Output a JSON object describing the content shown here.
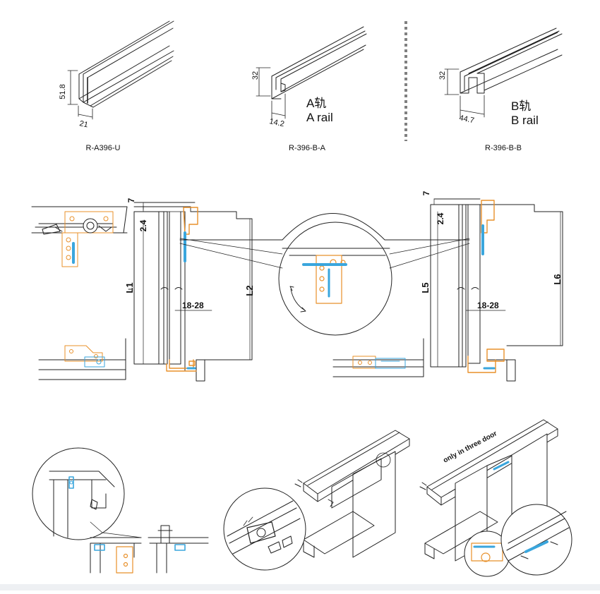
{
  "rails": {
    "u": {
      "code": "R-A396-U",
      "height": "51.8",
      "width": "21"
    },
    "a": {
      "code": "R-396-B-A",
      "height": "32",
      "width": "14.2",
      "label_cn": "A轨",
      "label_en": "A rail"
    },
    "b": {
      "code": "R-396-B-B",
      "height": "32",
      "width": "44.7",
      "label_cn": "B轨",
      "label_en": "B rail"
    }
  },
  "left_section": {
    "gap": "7",
    "offset": "2.4",
    "l1": "L1",
    "l2": "L2",
    "range": "18-28"
  },
  "right_section": {
    "gap": "7",
    "offset": "2.4",
    "l5": "L5",
    "l6": "L6",
    "range": "18-28"
  },
  "assembly": {
    "note": "only in three door"
  },
  "colors": {
    "line": "#222222",
    "orange": "#e8902a",
    "blue": "#3aa6dd",
    "separator": "#808080"
  }
}
